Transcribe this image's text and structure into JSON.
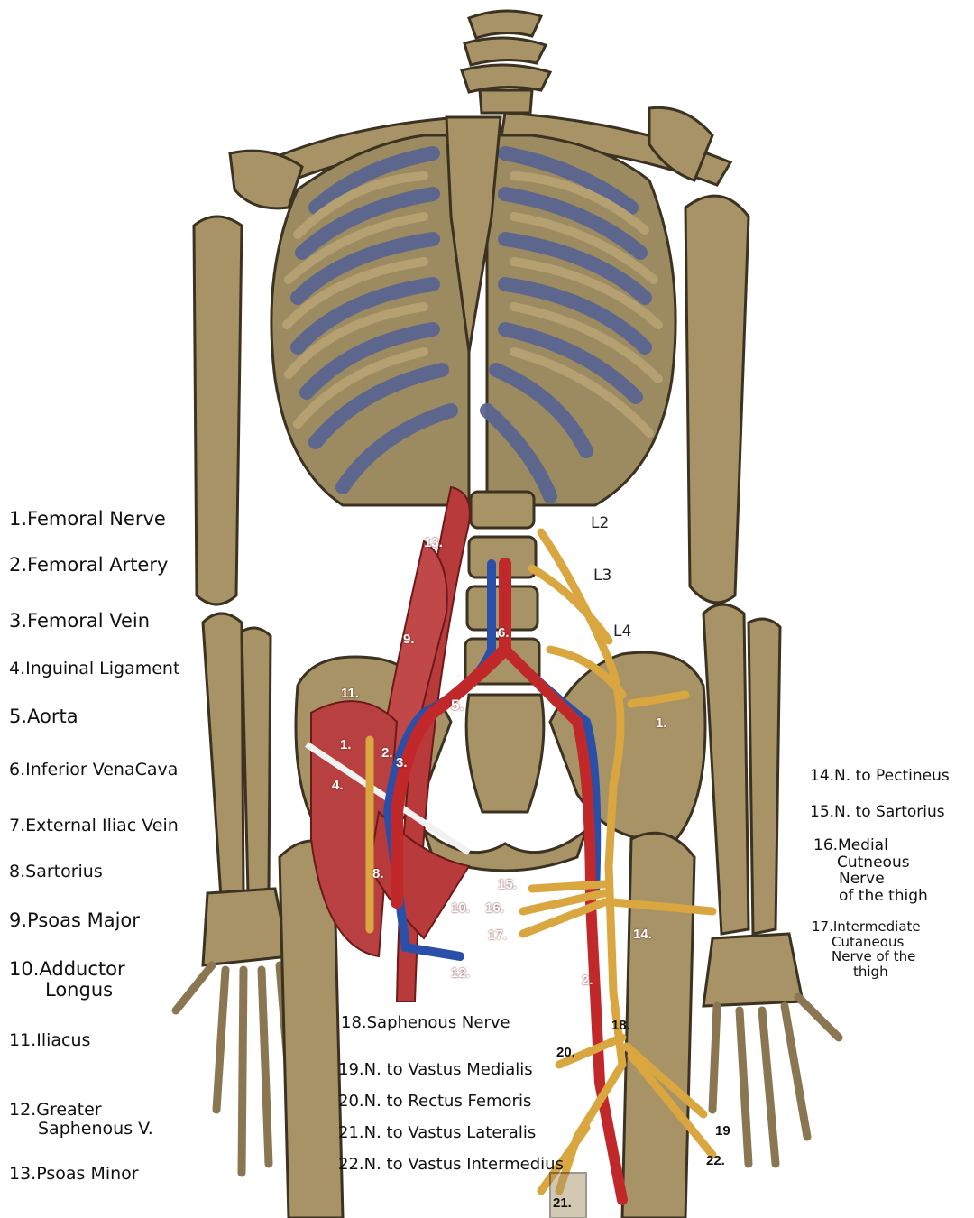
{
  "left_labels": [
    "1.Femoral Nerve",
    "2.Femoral Artery",
    "3.Femoral Vein",
    "4.Inguinal Ligament",
    "5.Aorta",
    "6.Inferior VenaCava",
    "7.External Iliac Vein",
    "8.Sartorius",
    "9.Psoas Major",
    "10.Adductor",
    "Longus",
    "11.Iliacus",
    "12.Greater",
    "Saphenous V.",
    "13.Psoas Minor"
  ],
  "right_labels": [
    "14.N. to Pectineus",
    "15.N. to Sartorius",
    "16.Medial",
    "Cutneous",
    "Nerve",
    "of the thigh",
    "17.Intermediate",
    "Cutaneous",
    "Nerve of the",
    "thigh"
  ],
  "bottom_labels": [
    "18.Saphenous Nerve",
    "19.N. to Vastus Medialis",
    "20.N. to Rectus Femoris",
    "21.N. to Vastus Lateralis",
    "22.N. to Vastus Intermedius"
  ],
  "vertebra_labels": [
    "L2",
    "L3",
    "L4"
  ],
  "markers": [
    "13.",
    "9.",
    "11.",
    "1.",
    "2.",
    "3.",
    "4.",
    "5.",
    "6.",
    "8.",
    "1.",
    "15.",
    "16.",
    "17.",
    "10.",
    "14.",
    "12.",
    "2.",
    "18.",
    "20.",
    "19",
    "22.",
    "21."
  ],
  "colors": {
    "bone": "#a89366",
    "bone_outline": "#3b3222",
    "cartilage": "#5a6590",
    "muscle": "#b83a3a",
    "artery": "#c0282a",
    "vein": "#2a4fa8",
    "nerve": "#d9a640",
    "ligament": "#f2f2f2"
  }
}
